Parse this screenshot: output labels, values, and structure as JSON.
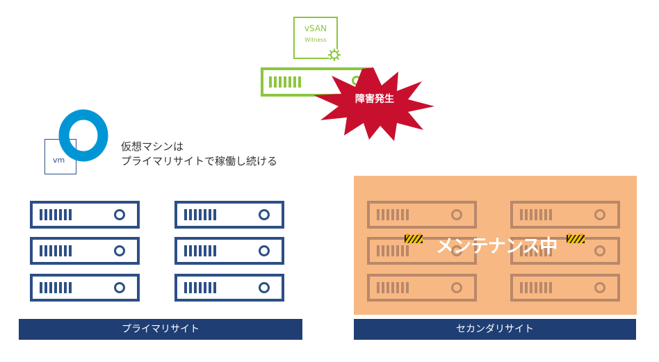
{
  "witness": {
    "title": "vSAN",
    "subtitle": "Witness",
    "failure_label": "障害発生"
  },
  "vm": {
    "label": "vm",
    "caption_line1": "仮想マシンは",
    "caption_line2": "プライマリサイトで稼働し続ける"
  },
  "sites": {
    "primary_label": "プライマリサイト",
    "secondary_label": "セカンダリサイト",
    "maintenance_label": "メンテナンス中"
  },
  "colors": {
    "witness_green": "#8cc63f",
    "server_blue": "#2c4f86",
    "site_bar_navy": "#1f3e73",
    "maintenance_orange": "#f7b883",
    "failure_red": "#c8102e",
    "vm_ring_blue": "#0096d6"
  },
  "icons": {
    "witness": "gear-icon",
    "failure": "burst-icon",
    "vm": "ring-icon",
    "barrier": "barrier-icon"
  }
}
